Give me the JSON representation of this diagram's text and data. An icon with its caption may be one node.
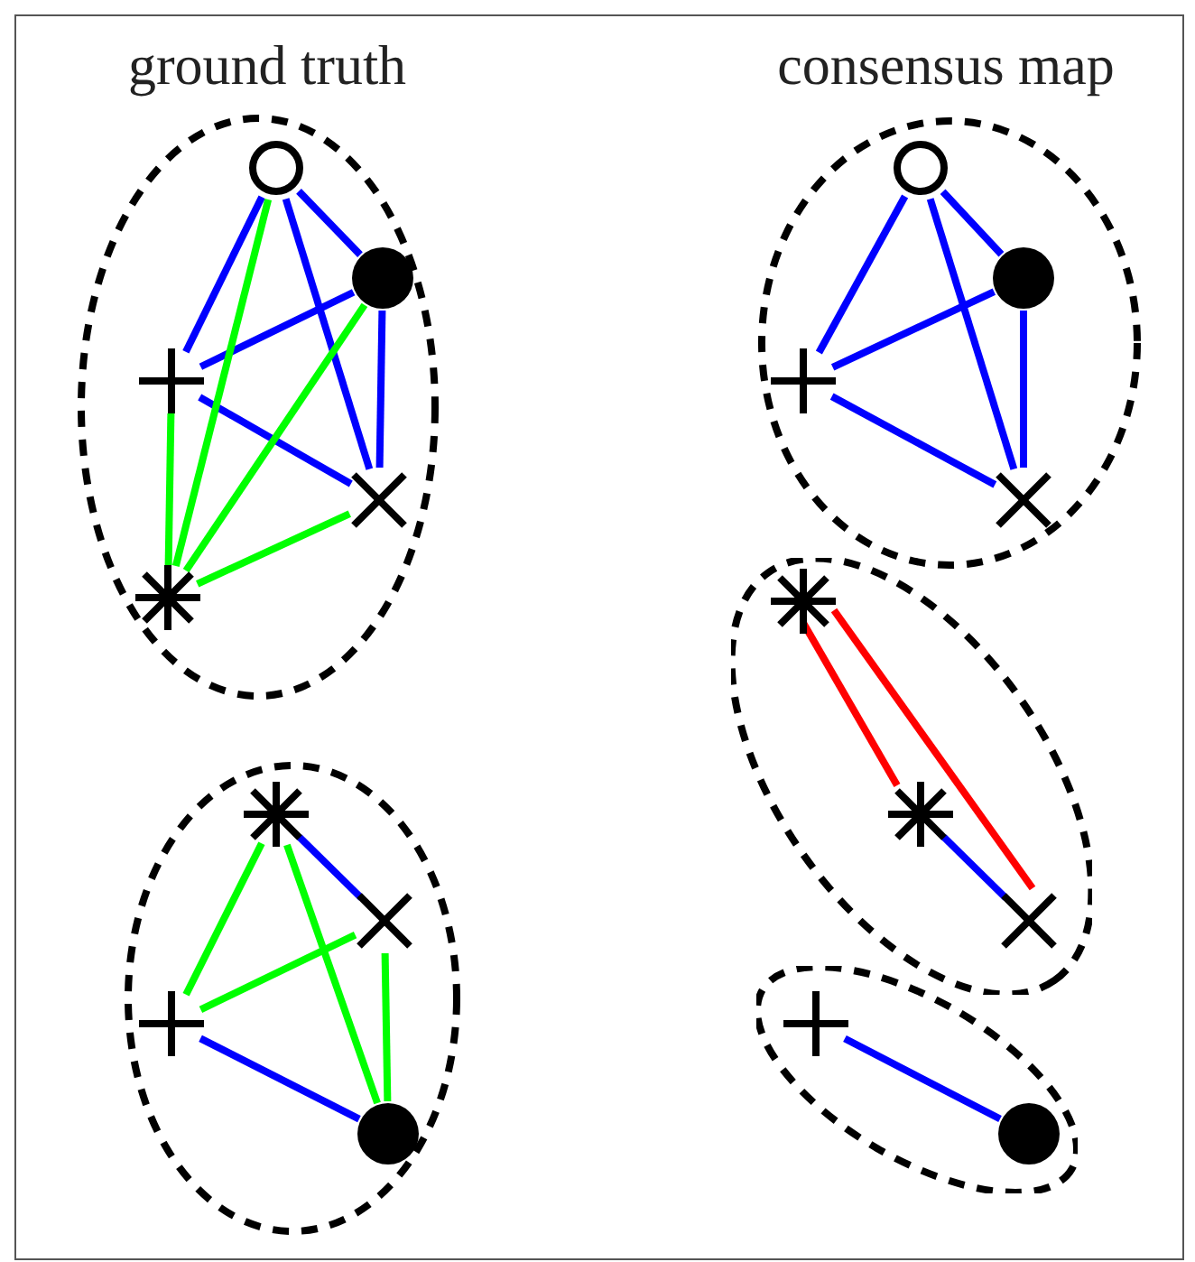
{
  "diagram": {
    "nodes": [
      {
        "text": [],
        "shape": "ellipse"
      },
      {
        "text": [],
        "shape": "circle",
        "in": 0
      },
      {
        "text": [],
        "shape": "dot",
        "in": 0
      },
      {
        "text": [],
        "shape": "plus",
        "in": 0
      },
      {
        "text": [],
        "shape": "cross",
        "in": 0
      },
      {
        "text": [],
        "shape": "asterisk",
        "in": 0
      },
      {
        "text": [],
        "shape": "ellipse"
      },
      {
        "text": [],
        "shape": "circle",
        "in": 6
      },
      {
        "text": [],
        "shape": "dot",
        "in": 6
      },
      {
        "text": [],
        "shape": "plus",
        "in": 6
      },
      {
        "text": [],
        "shape": "cross",
        "in": 6
      },
      {
        "text": [],
        "shape": "ellipse"
      },
      {
        "text": [],
        "shape": "asterisk",
        "in": 11
      },
      {
        "text": [],
        "shape": "asterisk",
        "in": 11
      },
      {
        "text": [],
        "shape": "cross",
        "in": 11
      },
      {
        "text": [],
        "shape": "ellipse"
      },
      {
        "text": [],
        "shape": "asterisk",
        "in": 15
      },
      {
        "text": [],
        "shape": "cross",
        "in": 15
      },
      {
        "text": [],
        "shape": "plus",
        "in": 15
      },
      {
        "text": [],
        "shape": "dot",
        "in": 15
      },
      {
        "text": [],
        "shape": "ellipse"
      },
      {
        "text": [],
        "shape": "plus",
        "in": 20
      },
      {
        "text": [],
        "shape": "dot",
        "in": 20
      }
    ],
    "edges": [
      {
        "from": 1,
        "to": 2,
        "arrow": "none"
      },
      {
        "from": 1,
        "to": 3,
        "arrow": "none"
      },
      {
        "from": 1,
        "to": 4,
        "arrow": "none"
      },
      {
        "from": 3,
        "to": 2,
        "arrow": "none"
      },
      {
        "from": 2,
        "to": 4,
        "arrow": "none"
      },
      {
        "from": 3,
        "to": 4,
        "arrow": "none"
      },
      {
        "from": 1,
        "to": 5,
        "arrow": "none",
        "color": "#00ff00"
      },
      {
        "from": 2,
        "to": 5,
        "arrow": "none",
        "color": "#00ff00"
      },
      {
        "from": 4,
        "to": 5,
        "arrow": "none",
        "color": "#00ff00"
      },
      {
        "from": 3,
        "to": 5,
        "arrow": "none",
        "color": "#00ff00"
      },
      {
        "from": 7,
        "to": 9,
        "arrow": "none"
      },
      {
        "from": 7,
        "to": 8,
        "arrow": "none"
      },
      {
        "from": 7,
        "to": 10,
        "arrow": "none"
      },
      {
        "from": 9,
        "to": 8,
        "arrow": "none"
      },
      {
        "from": 9,
        "to": 10,
        "arrow": "none"
      },
      {
        "from": 8,
        "to": 10,
        "arrow": "none"
      },
      {
        "from": 12,
        "to": 13,
        "arrow": "none",
        "color": "#ff0000"
      },
      {
        "from": 12,
        "to": 14,
        "arrow": "none",
        "color": "#ff0000"
      },
      {
        "from": 13,
        "to": 14,
        "arrow": "none"
      },
      {
        "from": 16,
        "to": 17,
        "arrow": "none"
      },
      {
        "from": 18,
        "to": 19,
        "arrow": "none"
      },
      {
        "from": 16,
        "to": 18,
        "arrow": "none",
        "color": "#00ff00"
      },
      {
        "from": 16,
        "to": 19,
        "arrow": "none",
        "color": "#00ff00"
      },
      {
        "from": 17,
        "to": 18,
        "arrow": "none",
        "color": "#00ff00"
      },
      {
        "from": 17,
        "to": 19,
        "arrow": "none",
        "color": "#00ff00"
      },
      {
        "from": 21,
        "to": 22,
        "arrow": "none"
      }
    ],
    "labels": [
      "ground truth",
      "consensus map"
    ]
  }
}
